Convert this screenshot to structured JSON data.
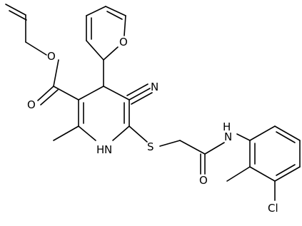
{
  "molecule": {
    "atom_labels": {
      "furan_o": "O",
      "ester_o": "O",
      "carbonyl_o": "O",
      "nitrile_n": "N",
      "ring_nh": "H",
      "ring_n": "N",
      "sulfur": "S",
      "amide_nh": "H",
      "amide_n": "N",
      "amide_o": "O",
      "chlorine": "Cl"
    }
  }
}
